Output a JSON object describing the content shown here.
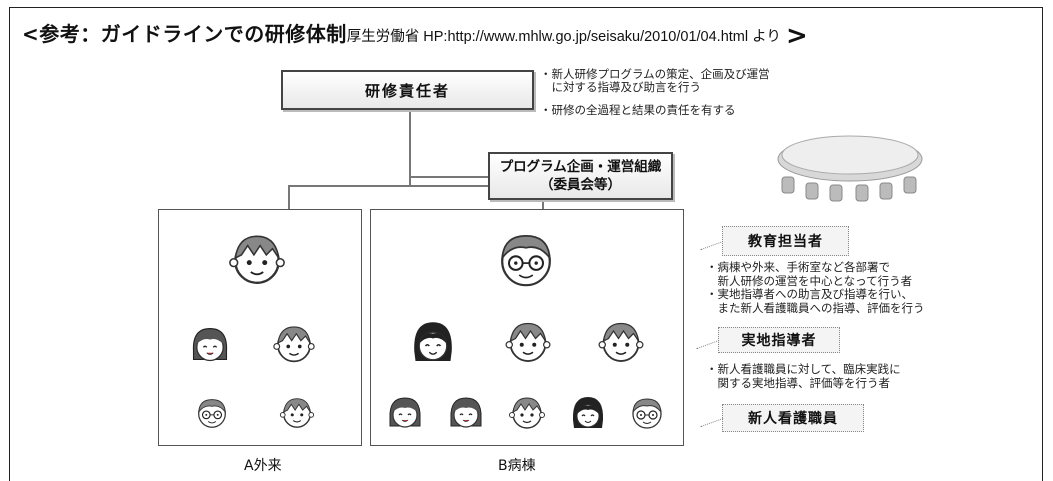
{
  "header": {
    "title_bold": "<参考：ガイドラインでの研修体制",
    "source": "厚生労働省 HP:http://www.mhlw.go.jp/seisaku/2010/01/04.html より",
    "closing": ">"
  },
  "top_box": {
    "label": "研修責任者"
  },
  "top_notes": [
    "・新人研修プログラムの策定、企画及び運営",
    "　に対する指導及び助言を行う",
    "・研修の全過程と結果の責任を有する"
  ],
  "program_box": {
    "line1": "プログラム企画・運営組織",
    "line2": "（委員会等）"
  },
  "panels": {
    "a_label": "A外来",
    "b_label": "B病棟"
  },
  "roles": {
    "educator": "教育担当者",
    "educator_notes": [
      "・病棟や外来、手術室など各部署で",
      "　新人研修の運営を中心となって行う者",
      "・実地指導者への助言及び指導を行い、",
      "　また新人看護職員への指導、評価を行う"
    ],
    "instructor": "実地指導者",
    "instructor_notes": [
      "・新人看護職員に対して、臨床実践に",
      "　関する実地指導、評価等を行う者"
    ],
    "new_nurse": "新人看護職員"
  },
  "colors": {
    "line": "#777777",
    "box_border": "#444444"
  }
}
